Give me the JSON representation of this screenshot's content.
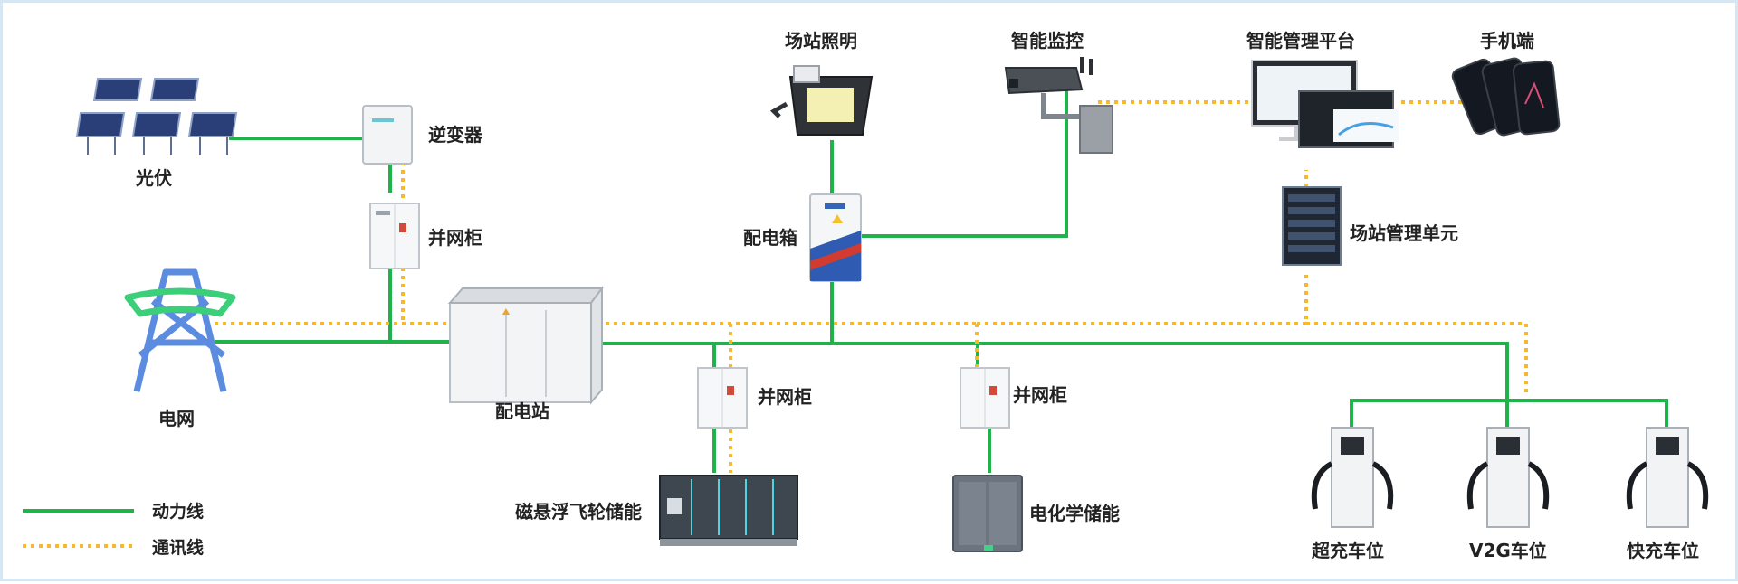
{
  "labels": {
    "pv": "光伏",
    "inverter": "逆变器",
    "grid_cabinet_top": "并网柜",
    "grid": "电网",
    "substation": "配电站",
    "grid_cabinet_flywheel": "并网柜",
    "flywheel_storage": "磁悬浮飞轮储能",
    "grid_cabinet_chem": "并网柜",
    "chem_storage": "电化学储能",
    "lighting": "场站照明",
    "distribution_box": "配电箱",
    "monitoring": "智能监控",
    "platform": "智能管理平台",
    "mobile": "手机端",
    "station_unit": "场站管理单元",
    "super_charge": "超充车位",
    "v2g": "V2G车位",
    "fast_charge": "快充车位"
  },
  "legend": {
    "power_line": "动力线",
    "comm_line": "通讯线"
  },
  "colors": {
    "power_line": "#22b24c",
    "comm_line": "#f5b82e",
    "grid_tower_blue": "#5b8ce0",
    "grid_tower_green": "#3ccf7a",
    "border": "#d6e6f2"
  }
}
